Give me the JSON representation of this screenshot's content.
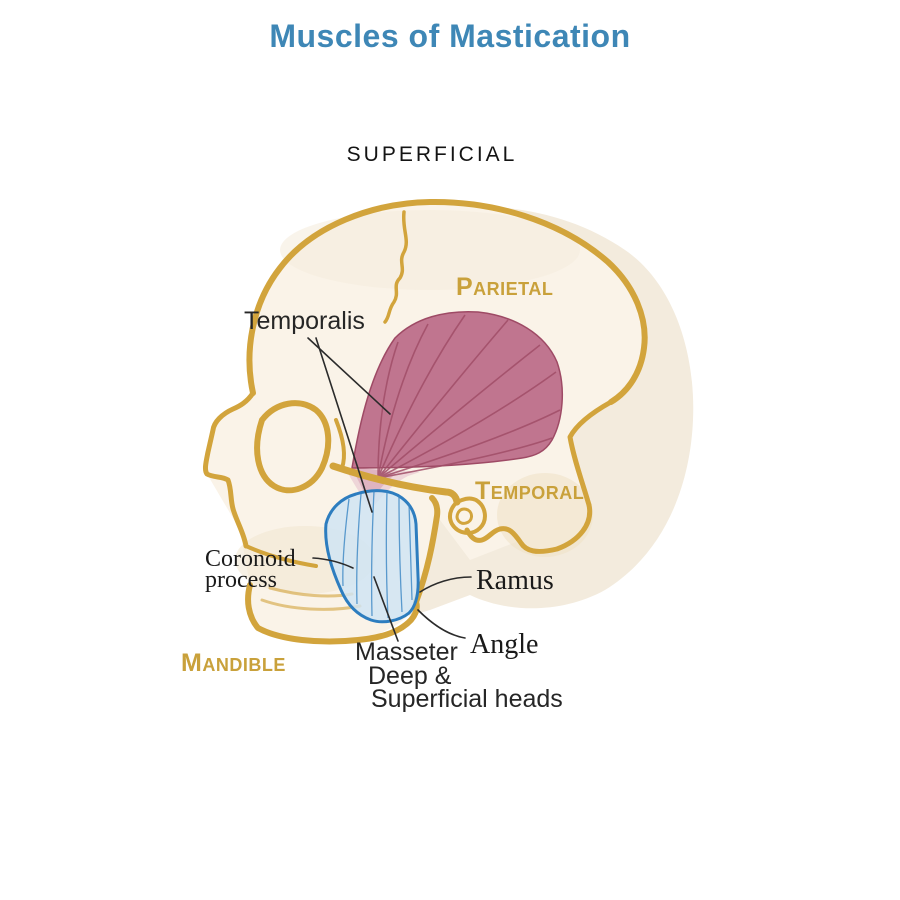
{
  "title": "Muscles of Mastication",
  "view_label": "SUPERFICIAL",
  "bone_labels": {
    "parietal": "Parietal",
    "temporal": "Temporal",
    "mandible": "Mandible"
  },
  "muscle_labels": {
    "temporalis": "Temporalis",
    "masseter_line1": "Masseter",
    "masseter_line2": "Deep &",
    "masseter_line3": "Superficial heads"
  },
  "landmark_labels": {
    "coronoid_line1": "Coronoid",
    "coronoid_line2": "process",
    "ramus": "Ramus",
    "angle": "Angle"
  },
  "colors": {
    "title_blue": "#3e87b6",
    "bone_outline_gold": "#d2a43c",
    "bone_label_gold": "#c9a13b",
    "temporalis_pink": "#c0758f",
    "temporalis_fiber": "#a14e68",
    "masseter_outline_blue": "#2d7dbf",
    "masseter_fill_blue": "#cfe4f4",
    "skull_fill_cream": "#faf3e8",
    "shadow_beige": "#f3ebdd",
    "label_black": "#1a1a1a"
  }
}
